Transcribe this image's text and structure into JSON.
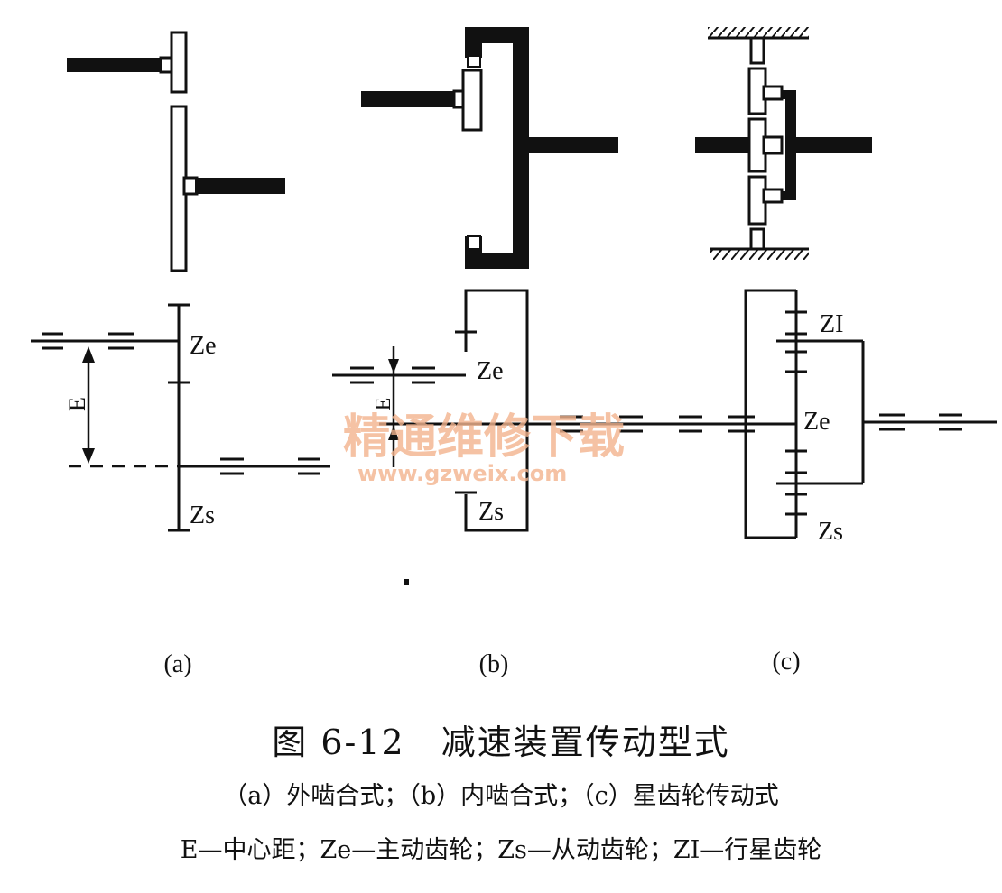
{
  "figure": {
    "title": "图 6-12　减速装置传动型式",
    "caption_line1": "（a）外啮合式；（b）内啮合式；（c）星齿轮传动式",
    "caption_line2": "E—中心距；Ze—主动齿轮；Zs—从动齿轮；ZI—行星齿轮"
  },
  "panels": {
    "a": {
      "label": "(a)",
      "ze": "Ze",
      "zs": "Zs",
      "e": "E"
    },
    "b": {
      "label": "(b)",
      "ze": "Ze",
      "zs": "Zs",
      "e": "E"
    },
    "c": {
      "label": "(c)",
      "ze": "Ze",
      "zs": "Zs",
      "zl": "ZI"
    }
  },
  "watermark": {
    "cn": "精通维修下载",
    "url": "www.gzweix.com"
  },
  "colors": {
    "ink": "#111111",
    "watermark": "#f3b48e"
  }
}
